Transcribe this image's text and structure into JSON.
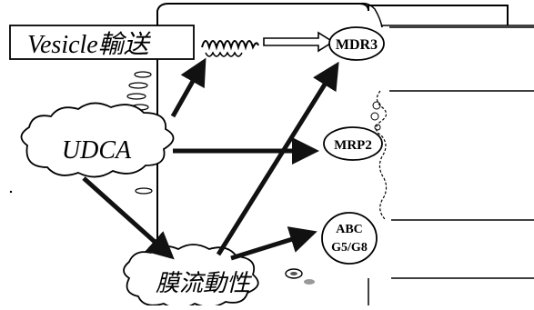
{
  "labels": {
    "vesicle": "Vesicle輸送",
    "udca": "UDCA",
    "membrane_fluidity": "膜流動性",
    "mdr3": "MDR3",
    "mrp2": "MRP2",
    "abc_line1": "ABC",
    "abc_line2": "G5/G8"
  },
  "colors": {
    "ink": "#000000",
    "arrow_fill": "#1a1a1a",
    "background": "#ffffff",
    "open_arrow": "#ffffff"
  }
}
